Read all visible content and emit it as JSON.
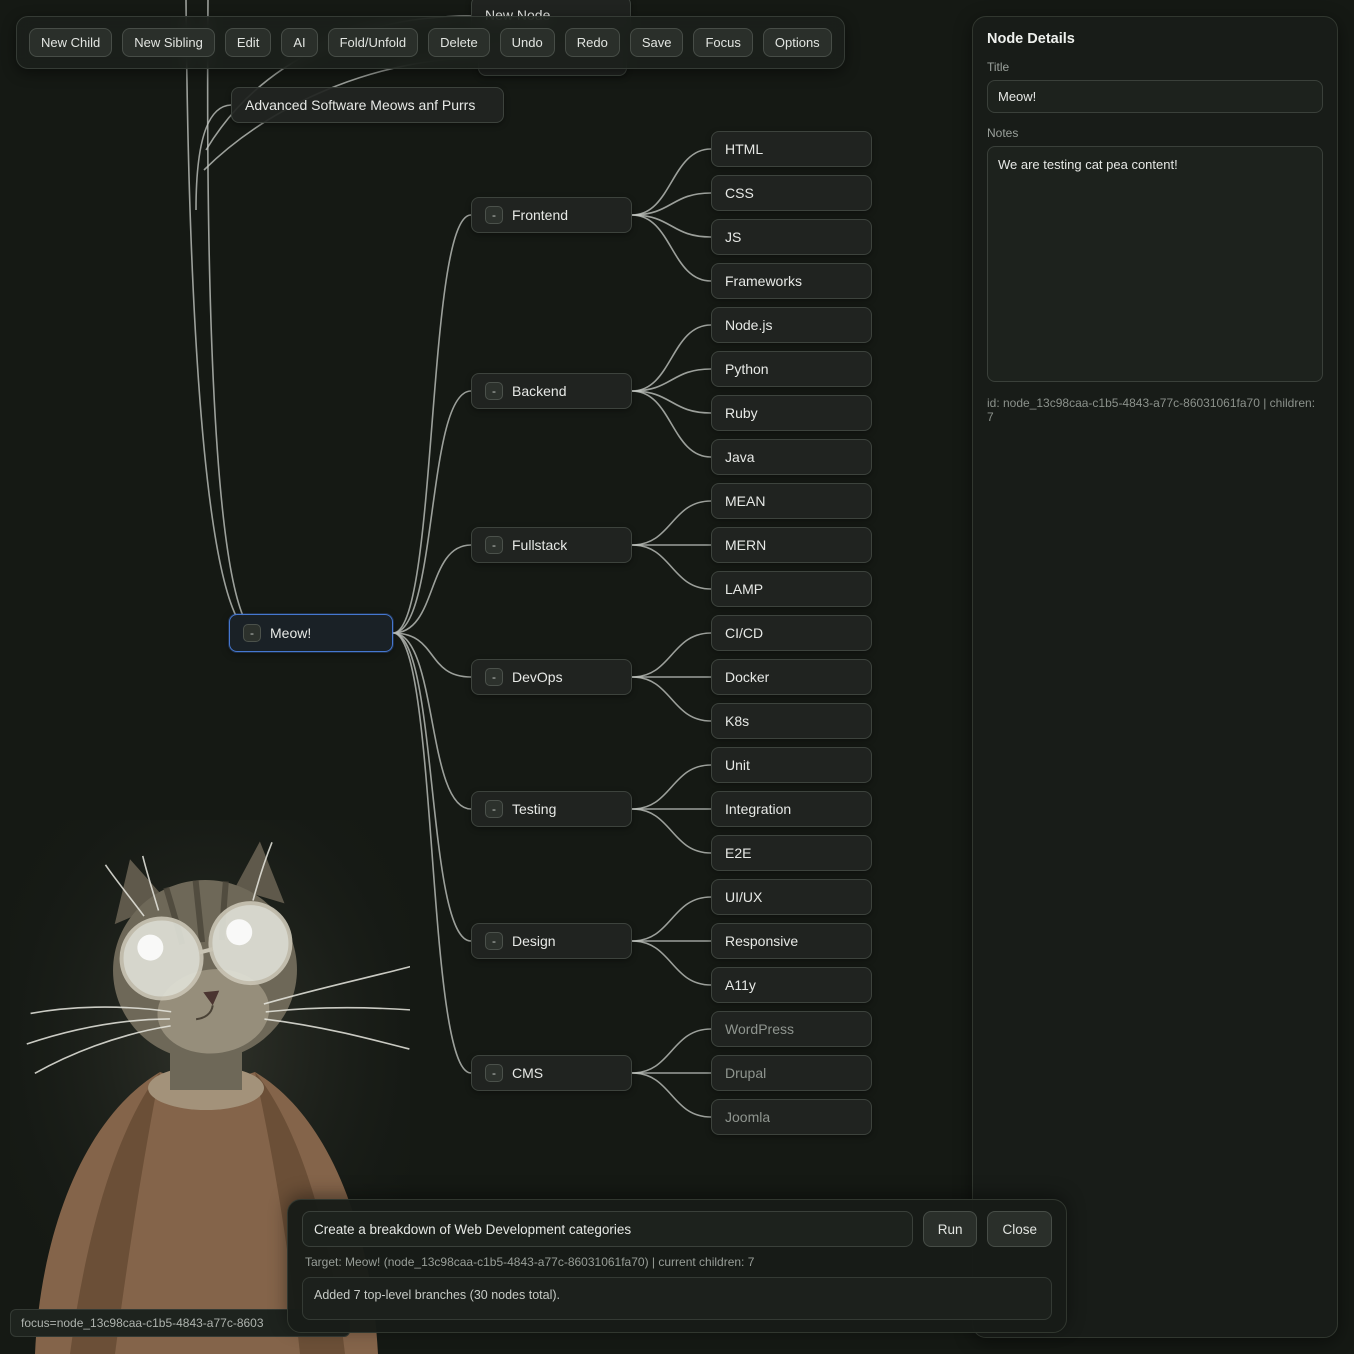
{
  "colors": {
    "accent": "#4577d0",
    "node_bg": "#212521",
    "canvas_bg": "#151914",
    "edge": "#c3c7c2"
  },
  "toolbar": {
    "buttons": [
      "New Child",
      "New Sibling",
      "Edit",
      "AI",
      "Fold/Unfold",
      "Delete",
      "Undo",
      "Redo",
      "Save",
      "Focus",
      "Options"
    ]
  },
  "mindmap": {
    "collapse_glyph": "-",
    "top_nodes": {
      "new_node": "New Node",
      "advanced": "Advanced Software Meows anf Purrs"
    },
    "root": {
      "label": "Meow!"
    },
    "branches": [
      {
        "label": "Frontend",
        "children": [
          "HTML",
          "CSS",
          "JS",
          "Frameworks"
        ]
      },
      {
        "label": "Backend",
        "children": [
          "Node.js",
          "Python",
          "Ruby",
          "Java"
        ]
      },
      {
        "label": "Fullstack",
        "children": [
          "MEAN",
          "MERN",
          "LAMP"
        ]
      },
      {
        "label": "DevOps",
        "children": [
          "CI/CD",
          "Docker",
          "K8s"
        ]
      },
      {
        "label": "Testing",
        "children": [
          "Unit",
          "Integration",
          "E2E"
        ]
      },
      {
        "label": "Design",
        "children": [
          "UI/UX",
          "Responsive",
          "A11y"
        ]
      },
      {
        "label": "CMS",
        "children": [
          "WordPress",
          "Drupal",
          "Joomla"
        ]
      }
    ]
  },
  "node_details": {
    "panel_title": "Node Details",
    "title_label": "Title",
    "title_value": "Meow!",
    "notes_label": "Notes",
    "notes_value": "We are testing cat pea content!",
    "meta": "id: node_13c98caa-c1b5-4843-a77c-86031061fa70 | children: 7"
  },
  "prompt_panel": {
    "input_value": "Create a breakdown of Web Development categories",
    "run_label": "Run",
    "close_label": "Close",
    "target_line": "Target: Meow! (node_13c98caa-c1b5-4843-a77c-86031061fa70) | current children: 7",
    "output": "Added 7 top-level branches (30 nodes total)."
  },
  "status_bar": {
    "text": "focus=node_13c98caa-c1b5-4843-a77c-8603"
  }
}
